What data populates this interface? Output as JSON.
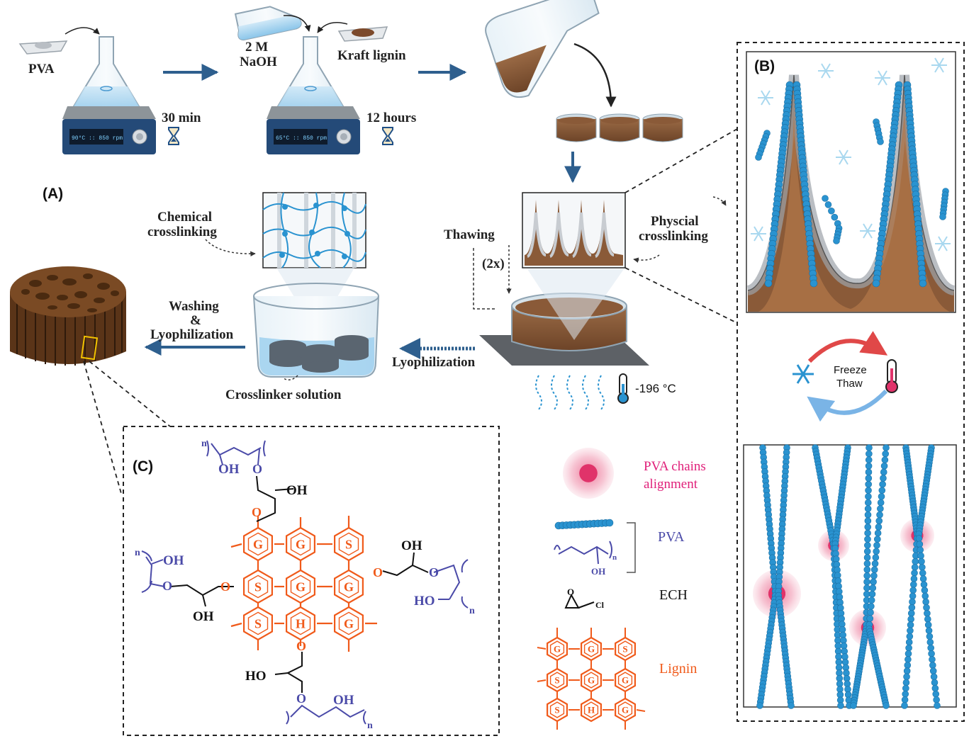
{
  "panels": {
    "a": "(A)",
    "b": "(B)",
    "c": "(C)"
  },
  "step1": {
    "material": "PVA",
    "time": "30 min",
    "display": "90°C :: 850 rpm"
  },
  "step2": {
    "reagent_line1": "2 M",
    "reagent_line2": "NaOH",
    "material": "Kraft lignin",
    "time": "12 hours",
    "display": "65°C :: 850 rpm"
  },
  "process": {
    "physical_line1": "Physcial",
    "physical_line2": "crosslinking",
    "thawing": "Thawing",
    "repeat": "(2x)",
    "temperature": "-196 °C",
    "lyophilization": "Lyophilization",
    "chemical_line1": "Chemical",
    "chemical_line2": "crosslinking",
    "crosslinker": "Crosslinker solution",
    "washing_line1": "Washing",
    "washing_line2": "&",
    "washing_line3": "Lyophilization"
  },
  "cycle": {
    "line1": "Freeze",
    "line2": "Thaw"
  },
  "legend": {
    "alignment_line1": "PVA chains",
    "alignment_line2": "alignment",
    "pva": "PVA",
    "ech": "ECH",
    "lignin": "Lignin",
    "oh": "OH",
    "n": "n",
    "o": "O",
    "cl": "Cl"
  },
  "structure": {
    "oh": "OH",
    "ho": "HO",
    "o": "O",
    "n": "n",
    "ring_g": "G",
    "ring_s": "S",
    "ring_h": "H"
  },
  "colors": {
    "arrow": "#2e5f8e",
    "pva_bead": "#2a93d0",
    "lignin": "#f05a1a",
    "pva_chem": "#4a4aa8",
    "pink": "#e0336a",
    "brown": "#8a5530"
  }
}
